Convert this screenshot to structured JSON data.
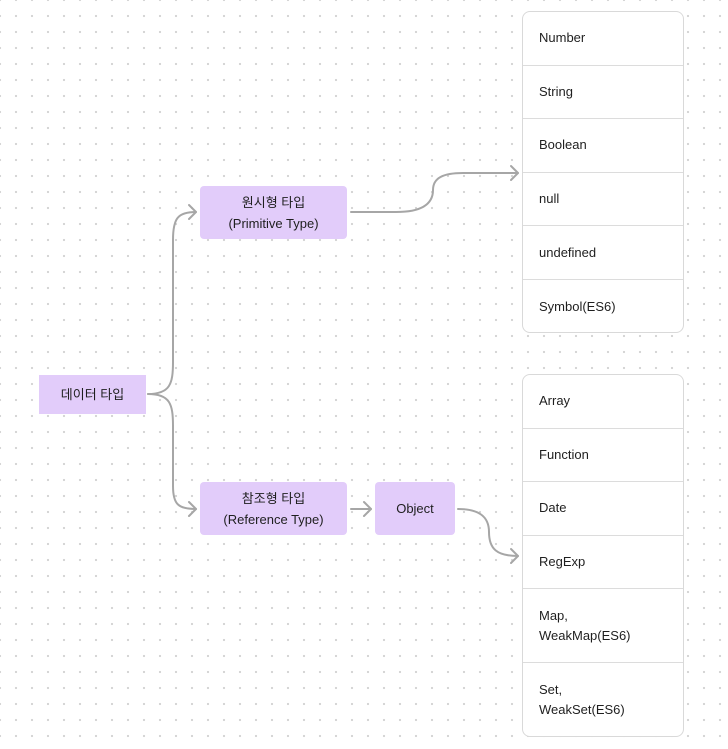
{
  "diagram": {
    "root": {
      "label": "데이터 타입"
    },
    "primitive": {
      "title": "원시형 타입",
      "subtitle": "(Primitive Type)"
    },
    "reference": {
      "title": "참조형 타입",
      "subtitle": "(Reference Type)"
    },
    "object": {
      "label": "Object"
    },
    "primitive_types": [
      "Number",
      "String",
      "Boolean",
      "null",
      "undefined",
      "Symbol(ES6)"
    ],
    "reference_types": [
      "Array",
      "Function",
      "Date",
      "RegExp",
      "Map,\nWeakMap(ES6)",
      "Set,\nWeakSet(ES6)"
    ],
    "colors": {
      "node_fill": "#e2ccfa",
      "connector": "#a6a6a6",
      "panel_border": "#d9d9d9"
    }
  }
}
